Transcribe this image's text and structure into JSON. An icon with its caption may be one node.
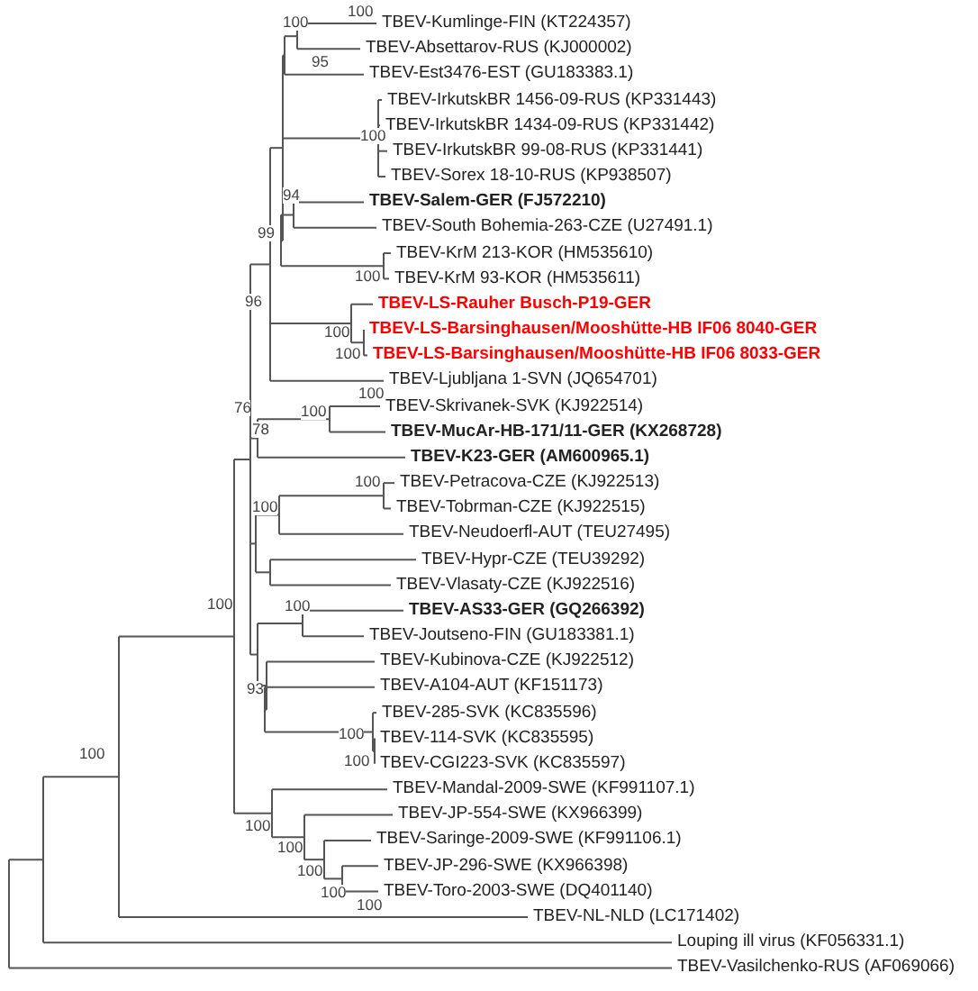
{
  "diagram": {
    "labels": [
      "100",
      "TBEV-Kumlinge-FIN (KT224357)",
      "100",
      "TBEV-Absettarov-RUS (KJ000002)",
      "95",
      "TBEV-Est3476-EST (GU183383.1)",
      "TBEV-IrkutskBR 1456-09-RUS (KP331443)",
      "TBEV-IrkutskBR 1434-09-RUS (KP331442)",
      "100",
      "TBEV-IrkutskBR 99-08-RUS (KP331441)",
      "TBEV-Sorex 18-10-RUS (KP938507)",
      "94",
      "TBEV-Salem-GER (FJ572210)",
      "TBEV-South Bohemia-263-CZE (U27491.1)",
      "99",
      "TBEV-KrM 213-KOR (HM535610)",
      "TBEV-KrM 93-KOR (HM535611)",
      "100",
      "TBEV-LS-Rauher Busch-P19-GER",
      "96",
      "100",
      "TBEV-LS-Barsinghausen/Mooshütte-HB IF06 8040-GER",
      "100",
      "TBEV-LS-Barsinghausen/Mooshütte-HB IF06 8033-GER",
      "TBEV-Ljubljana 1-SVN (JQ654701)",
      "100",
      "TBEV-Skrivanek-SVK (KJ922514)",
      "76",
      "100",
      "78",
      "TBEV-MucAr-HB-171/11-GER (KX268728)",
      "TBEV-K23-GER (AM600965.1)",
      "100",
      "TBEV-Petracova-CZE (KJ922513)",
      "100",
      "TBEV-Tobrman-CZE (KJ922515)",
      "TBEV-Neudoerfl-AUT (TEU27495)",
      "TBEV-Hypr-CZE (TEU39292)",
      "TBEV-Vlasaty-CZE (KJ922516)",
      "100",
      "TBEV-AS33-GER (GQ266392)",
      "100",
      "TBEV-Joutseno-FIN (GU183381.1)",
      "TBEV-Kubinova-CZE (KJ922512)",
      "93",
      "TBEV-A104-AUT (KF151173)",
      "TBEV-285-SVK (KC835596)",
      "100",
      "TBEV-114-SVK (KC835595)",
      "100",
      "100",
      "TBEV-CGI223-SVK (KC835597)",
      "TBEV-Mandal-2009-SWE (KF991107.1)",
      "TBEV-JP-554-SWE (KX966399)",
      "100",
      "TBEV-Saringe-2009-SWE (KF991106.1)",
      "100",
      "TBEV-JP-296-SWE (KX966398)",
      "100",
      "100",
      "TBEV-Toro-2003-SWE (DQ401140)",
      "100",
      "TBEV-NL-NLD (LC171402)",
      "Louping ill virus (KF056331.1)",
      "TBEV-Vasilchenko-RUS (AF069066)"
    ]
  }
}
